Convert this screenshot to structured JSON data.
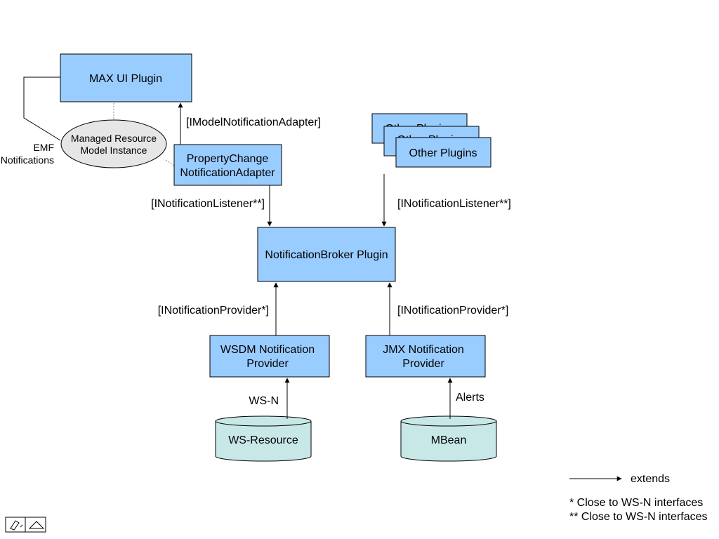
{
  "nodes": {
    "max_ui": "MAX UI Plugin",
    "model_instance": [
      "Managed Resource",
      "Model Instance"
    ],
    "prop_change": [
      "PropertyChange",
      "NotificationAdapter"
    ],
    "other_plugins_back_1": "Other Plugins",
    "other_plugins_back_2": "Other Plugins",
    "other_plugins": "Other Plugins",
    "broker": "NotificationBroker Plugin",
    "wsdm": [
      "WSDM Notification",
      "Provider"
    ],
    "jmx": [
      "JMX Notification",
      "Provider"
    ],
    "ws_resource": "WS-Resource",
    "mbean": "MBean"
  },
  "edges": {
    "emf_notifications": [
      "EMF",
      "Notifications"
    ],
    "imodel_adapter": "[IModelNotificationAdapter]",
    "listener_left": "[INotificationListener**]",
    "listener_right": "[INotificationListener**]",
    "provider_left": "[INotificationProvider*]",
    "provider_right": "[INotificationProvider*]",
    "ws_n": "WS-N",
    "alerts": "Alerts"
  },
  "legend": {
    "extends": "extends",
    "note1": "* Close to WS-N interfaces",
    "note2": "** Close to WS-N interfaces"
  },
  "colors": {
    "box_fill": "#99ccff",
    "box_stroke": "#000000",
    "ellipse_fill": "#e6e6e6",
    "cylinder_fill": "#c8e8e8"
  },
  "icons": {
    "slide_nav": "slide-navigation-icon"
  }
}
